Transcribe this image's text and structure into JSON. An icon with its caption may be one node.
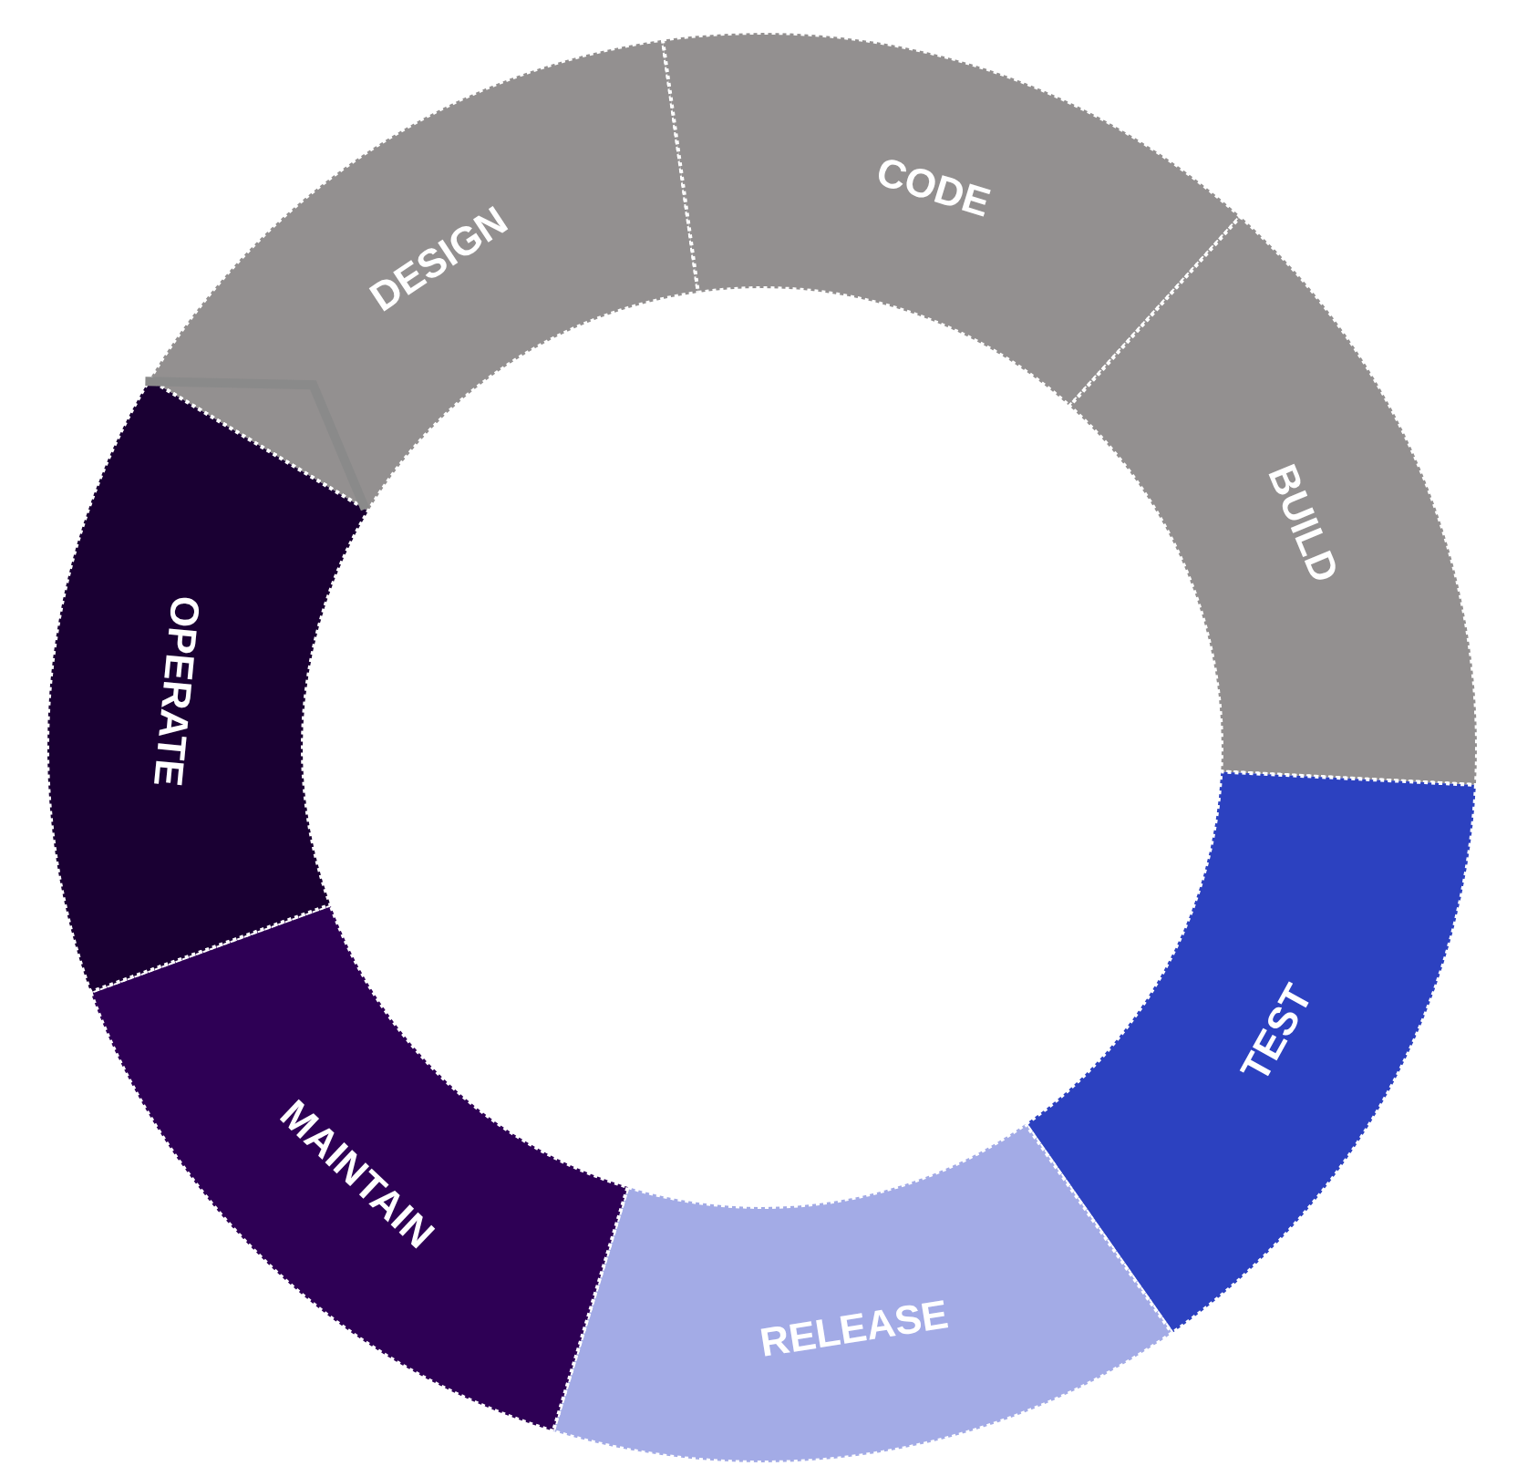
{
  "diagram": {
    "nodes": [
      {
        "text": [
          "DESIGN"
        ]
      },
      {
        "text": [
          "CODE"
        ]
      },
      {
        "text": [
          "BUILD"
        ]
      },
      {
        "text": [
          "TEST"
        ]
      },
      {
        "text": [
          "RELEASE"
        ]
      },
      {
        "text": [
          "MAINTAIN"
        ]
      },
      {
        "text": [
          "OPERATE"
        ]
      }
    ]
  }
}
